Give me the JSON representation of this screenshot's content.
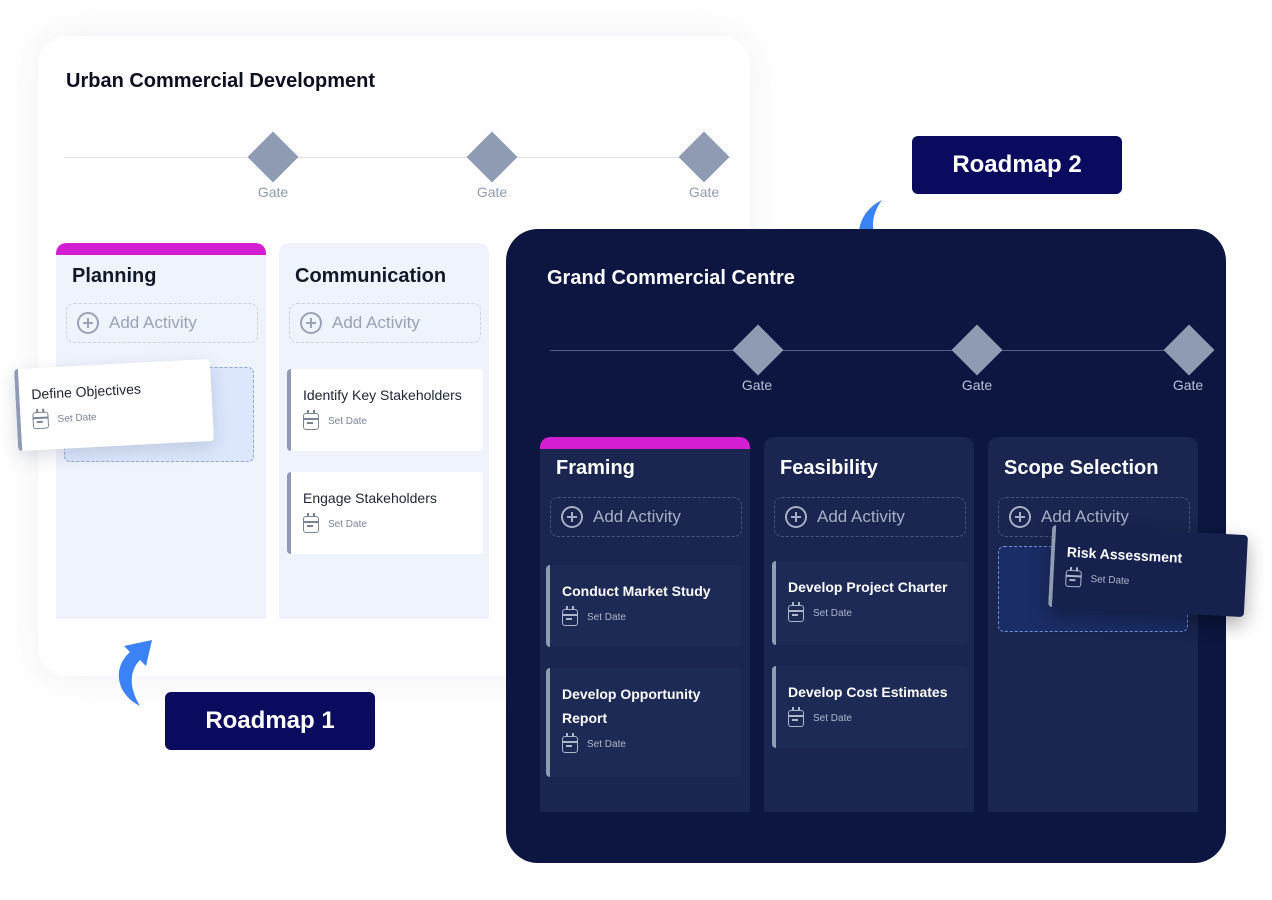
{
  "roadmap1": {
    "title": "Urban Commercial Development",
    "gates": [
      "Gate",
      "Gate",
      "Gate"
    ],
    "lanes": [
      {
        "title": "Planning",
        "add_label": "Add Activity",
        "dragged_task": {
          "title": "Define Objectives",
          "date_label": "Set Date"
        }
      },
      {
        "title": "Communication",
        "add_label": "Add Activity",
        "tasks": [
          {
            "title": "Identify Key Stakeholders",
            "date_label": "Set Date"
          },
          {
            "title": "Engage Stakeholders",
            "date_label": "Set Date"
          }
        ]
      }
    ],
    "badge": "Roadmap 1"
  },
  "roadmap2": {
    "title": "Grand Commercial Centre",
    "gates": [
      "Gate",
      "Gate",
      "Gate"
    ],
    "lanes": [
      {
        "title": "Framing",
        "add_label": "Add Activity",
        "tasks": [
          {
            "title": "Conduct Market Study",
            "date_label": "Set Date"
          },
          {
            "title": "Develop Opportunity Report",
            "date_label": "Set Date"
          }
        ]
      },
      {
        "title": "Feasibility",
        "add_label": "Add Activity",
        "tasks": [
          {
            "title": "Develop Project Charter",
            "date_label": "Set Date"
          },
          {
            "title": "Develop Cost Estimates",
            "date_label": "Set Date"
          }
        ]
      },
      {
        "title": "Scope Selection",
        "add_label": "Add Activity",
        "dragged_task": {
          "title": "Risk Assessment",
          "date_label": "Set Date"
        }
      }
    ],
    "badge": "Roadmap 2"
  },
  "colors": {
    "accent": "#d21fd2",
    "gate": "#8f9bb3",
    "dark_background": "#0c1640",
    "badge": "#0a0a5e",
    "arrow": "#3b82f6"
  },
  "icons": [
    "gate-diamond-icon",
    "plus-circle-icon",
    "calendar-icon",
    "curved-arrow-icon"
  ]
}
